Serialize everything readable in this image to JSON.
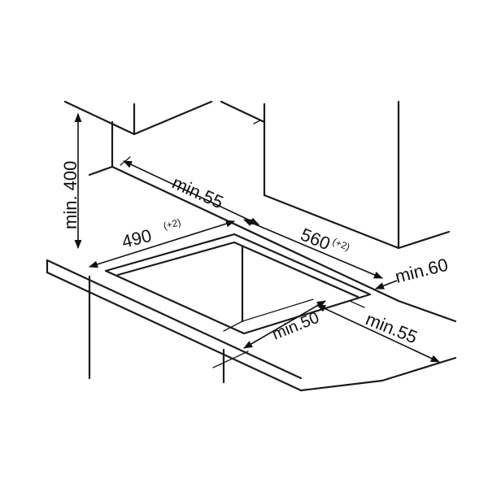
{
  "labels": {
    "min_400": "min. 400",
    "min_55_back": "min.55",
    "w_490": "490",
    "w_490_tol": "(+2)",
    "d_560": "560",
    "d_560_tol": "(+2)",
    "min_60": "min.60",
    "min_50": "min.50",
    "min_55_side": "min.55"
  },
  "colors": {
    "line": "#1a1a1a",
    "background": "#ffffff"
  }
}
